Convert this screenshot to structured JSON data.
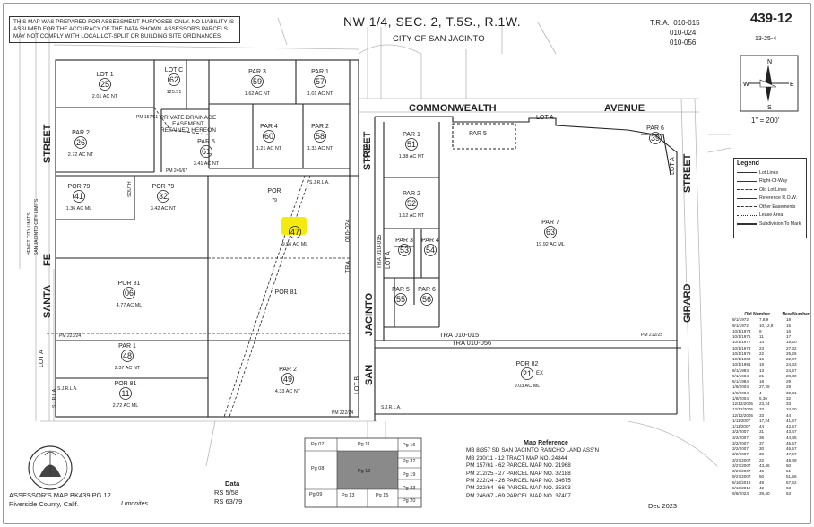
{
  "header": {
    "disclaimer": "THIS MAP WAS PREPARED FOR ASSESSMENT PURPOSES ONLY. NO LIABILITY IS ASSUMED FOR THE ACCURACY OF THE DATA SHOWN. ASSESSOR'S PARCELS MAY NOT COMPLY WITH LOCAL LOT-SPLIT OR BUILDING SITE ORDINANCES.",
    "title": "NW 1/4, SEC. 2, T.5S., R.1W.",
    "city": "CITY OF SAN JACINTO",
    "tra_label": "T.R.A.",
    "tra_codes": [
      "010-015",
      "010-024",
      "010-056"
    ],
    "book_page": "439-12",
    "sub_number": "13-25-4"
  },
  "compass": {
    "n": "N",
    "s": "S",
    "e": "E",
    "w": "W"
  },
  "scale": "1\" = 200'",
  "streets": {
    "commonwealth": "COMMONWEALTH",
    "avenue": "AVENUE",
    "street_left": "STREET",
    "santa": "SANTA",
    "fe": "FE",
    "san": "SAN",
    "jacinto": "JACINTO",
    "street_mid": "STREET",
    "girard": "GIRARD",
    "street_right": "STREET",
    "lot_a": "LOT A",
    "lot_b": "LOT B",
    "tra_mid": "TRA",
    "tra_mid_code": "010-024",
    "tra_015": "TRA  010-015",
    "tra_056": "TRA  010-056",
    "tra_vert": "TRA  010-015"
  },
  "parcels": [
    {
      "label": "LOT 1",
      "num": "25",
      "area": "2.01 AC NT"
    },
    {
      "label": "LOT C",
      "num": "62",
      "area": "125.51"
    },
    {
      "label": "PAR 3",
      "num": "59",
      "area": "1.62 AC NT"
    },
    {
      "label": "PAR 1",
      "num": "57",
      "area": "1.01 AC NT"
    },
    {
      "label": "PAR 2",
      "num": "26",
      "area": "2.72 AC NT"
    },
    {
      "label": "PAR 5",
      "num": "61",
      "area": "3.41 AC NT"
    },
    {
      "label": "PAR 4",
      "num": "60",
      "area": "1.21 AC NT"
    },
    {
      "label": "PAR 2",
      "num": "58",
      "area": "1.33 AC NT"
    },
    {
      "label": "POR 79",
      "num": "41",
      "area": "1.36 AC ML"
    },
    {
      "label": "POR 79",
      "num": "32",
      "area": "3.42 AC NT"
    },
    {
      "label": "POR",
      "num": "",
      "area": "79"
    },
    {
      "label": "",
      "num": "47",
      "area": "9.56 AC ML"
    },
    {
      "label": "POR 81",
      "num": "06",
      "area": "4.77 AC ML"
    },
    {
      "label": "POR 81",
      "num": "",
      "area": ""
    },
    {
      "label": "PAR 1",
      "num": "48",
      "area": "2.37 AC NT"
    },
    {
      "label": "POR 81",
      "num": "11",
      "area": "2.72 AC ML"
    },
    {
      "label": "PAR 2",
      "num": "49",
      "area": "4.33 AC NT"
    },
    {
      "label": "PAR 1",
      "num": "51",
      "area": "1.38 AC NT"
    },
    {
      "label": "PAR 2",
      "num": "52",
      "area": "1.12 AC NT"
    },
    {
      "label": "PAR 3",
      "num": "53",
      "area": ""
    },
    {
      "label": "PAR 4",
      "num": "54",
      "area": ""
    },
    {
      "label": "PAR 5",
      "num": "55",
      "area": ""
    },
    {
      "label": "PAR 6",
      "num": "56",
      "area": ""
    },
    {
      "label": "PAR 7",
      "num": "63",
      "area": "19.92 AC ML"
    },
    {
      "label": "POR 82",
      "num": "21",
      "area": "9.03 AC ML"
    },
    {
      "label": "PAR 5",
      "num": "",
      "area": ""
    },
    {
      "label": "PAR 6",
      "num": "39",
      "area": ""
    }
  ],
  "easement_note": "PRIVATE DRAINAGE EASEMENT RETAINED HEREON",
  "city_limits_note": "HEMET CITY LIMITS",
  "sj_limits_note": "SAN JACINTO CITY LIMITS",
  "misc": {
    "south": "SOUTH",
    "sjrla1": "S.J.R.L.A.",
    "sjrla2": "S.J.R.L.A.",
    "sjrla3": "S.J.R.L.A.",
    "sjrla4": "S.J.R.L.A.",
    "ex1": "EX",
    "lota_small": "LOT A",
    "lot_a_ne": "LOT A",
    "pm1": "PM 157/61",
    "pm2": "PM 246/67",
    "pm3": "PM 223/24",
    "pm4": "PM 222/24",
    "pm5": "PM 212/25"
  },
  "legend": {
    "title": "Legend",
    "items": [
      "Lot Lines",
      "Right-Of-Way",
      "Old Lot Lines",
      "Reference R.O.W.",
      "Other Easements",
      "Lease Area",
      "Subdivision To Mark"
    ]
  },
  "history": {
    "headers": [
      "",
      "Old Number",
      "New Number"
    ],
    "rows": [
      [
        "9/1/1972",
        "7,8,9",
        "18"
      ],
      [
        "9/1/1972",
        "10,12,8",
        "15"
      ],
      [
        "10/1/1973",
        "9",
        "16"
      ],
      [
        "10/1/1975",
        "11",
        "17"
      ],
      [
        "10/1/1977",
        "14",
        "19,20"
      ],
      [
        "10/1/1978",
        "23",
        "27,32"
      ],
      [
        "10/1/1979",
        "22",
        "25,26"
      ],
      [
        "10/1/1980",
        "16",
        "22,37"
      ],
      [
        "10/1/1981",
        "19",
        "24,33"
      ],
      [
        "9/1/1983",
        "13",
        "24,57"
      ],
      [
        "9/1/1984",
        "21",
        "28,30"
      ],
      [
        "6/1/1984",
        "18",
        "29"
      ],
      [
        "1/8/2004",
        "27,28",
        "29"
      ],
      [
        "1/8/2004",
        "4",
        "30,31"
      ],
      [
        "1/8/2004",
        "5,36",
        "32"
      ],
      [
        "12/12/2005",
        "23,24",
        "33"
      ],
      [
        "12/12/2005",
        "33",
        "34,40"
      ],
      [
        "12/12/2005",
        "33",
        "44"
      ],
      [
        "1/11/2007",
        "17,24",
        "41,57"
      ],
      [
        "1/11/2007",
        "44",
        "42,57"
      ],
      [
        "3/2/2007",
        "31",
        "43,47"
      ],
      [
        "3/2/2007",
        "36",
        "44,45"
      ],
      [
        "3/2/2007",
        "37",
        "45,57"
      ],
      [
        "3/2/2007",
        "30",
        "46,57"
      ],
      [
        "3/2/2007",
        "38",
        "47,57"
      ],
      [
        "3/27/2007",
        "22",
        "48,49"
      ],
      [
        "3/27/2007",
        "43,46",
        "50"
      ],
      [
        "3/27/2007",
        "45",
        "51"
      ],
      [
        "9/27/2007",
        "50",
        "51,56"
      ],
      [
        "8/16/2019",
        "49",
        "57,62"
      ],
      [
        "8/16/2019",
        "42",
        "63"
      ],
      [
        "9/8/2023",
        "39,40",
        "63"
      ]
    ]
  },
  "map_reference": {
    "title": "Map Reference",
    "lines": [
      "MB 8/357  SD SAN JACINTO RANCHO LAND ASS'N",
      "MB 230/11 - 12  TRACT MAP NO. 24844",
      "PM 157/61 - 62  PARCEL MAP NO. 21968",
      "PM 212/25 - 27  PARCEL MAP NO. 32188",
      "PM 222/24 - 26  PARCEL MAP NO. 34675",
      "PM 222/64 - 66  PARCEL MAP NO. 35303",
      "PM 246/67 - 69  PARCEL MAP NO. 37407"
    ]
  },
  "page_index": [
    "Pg 07",
    "Pg 11",
    "Pg 16",
    "Pg 32",
    "Pg 08",
    "Pg 12",
    "Pg 19",
    "Pg 09",
    "Pg 13",
    "Pg 15",
    "Pg 20",
    "Pg 33"
  ],
  "data": {
    "title": "Data",
    "lines": [
      "RS 5/58",
      "RS 63/79"
    ]
  },
  "footer": {
    "assessor": "ASSESSOR'S MAP BK439 PG.12",
    "county": "Riverside County, Calif.",
    "limonites": "Limonites",
    "date": "Dec 2023"
  }
}
